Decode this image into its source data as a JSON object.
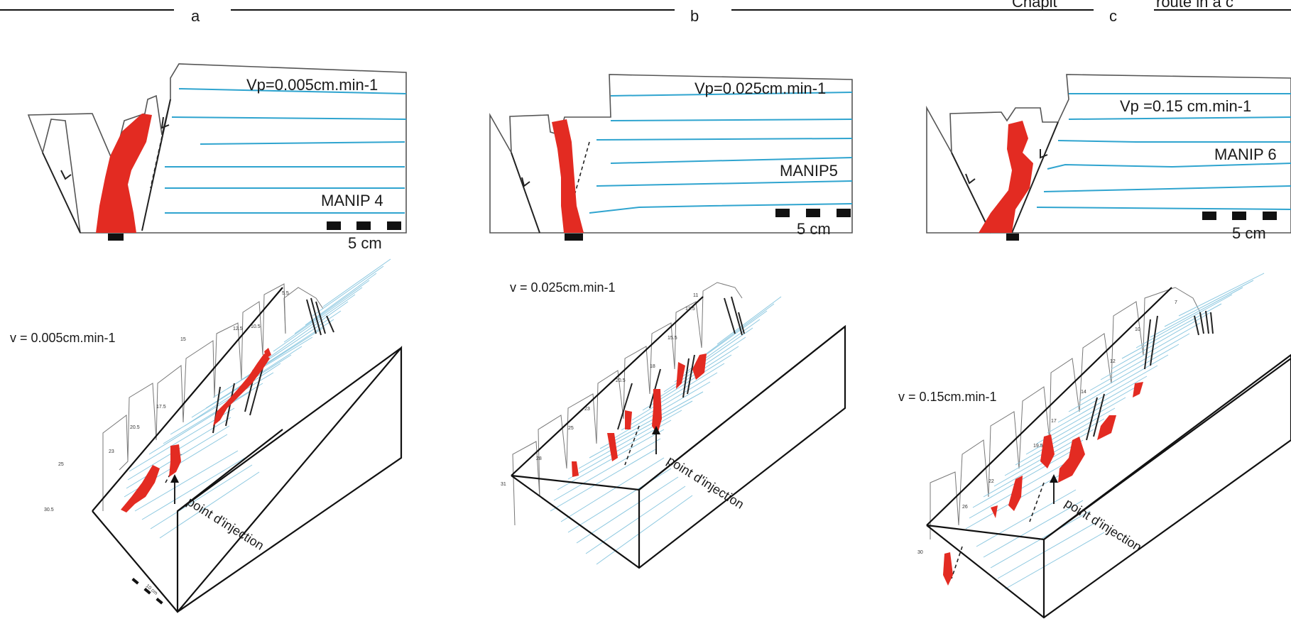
{
  "header": {
    "text_fragment_left": "Chapit",
    "text_fragment_right": "route in a c",
    "panels": [
      {
        "letter": "a"
      },
      {
        "letter": "b"
      },
      {
        "letter": "c"
      }
    ]
  },
  "sections": [
    {
      "velocity_label": "Vp=0.005cm.min-1",
      "experiment_label": "MANIP 4",
      "scale_label": "5 cm",
      "oblique_velocity_label": "v = 0.005cm.min-1",
      "injection_label": "point d'injection",
      "slice_numbers": [
        "5.5",
        "10.5",
        "12.5",
        "15",
        "17.5",
        "20.5",
        "23",
        "25",
        "30.5"
      ],
      "mini_scale_label": "10 cm"
    },
    {
      "velocity_label": "Vp=0.025cm.min-1",
      "experiment_label": "MANIP5",
      "scale_label": "5 cm",
      "oblique_velocity_label": "v = 0.025cm.min-1",
      "injection_label": "point d'injection",
      "slice_numbers": [
        "11",
        "13.5",
        "15.5",
        "18",
        "20.5",
        "23",
        "25",
        "28",
        "31"
      ]
    },
    {
      "velocity_label": "Vp =0.15 cm.min-1",
      "experiment_label": "MANIP 6",
      "scale_label": "5 cm",
      "oblique_velocity_label": "v = 0.15cm.min-1",
      "injection_label": "point d'injection",
      "slice_numbers": [
        "7",
        "10",
        "12",
        "14",
        "17",
        "19.5",
        "22",
        "26",
        "30"
      ]
    }
  ]
}
